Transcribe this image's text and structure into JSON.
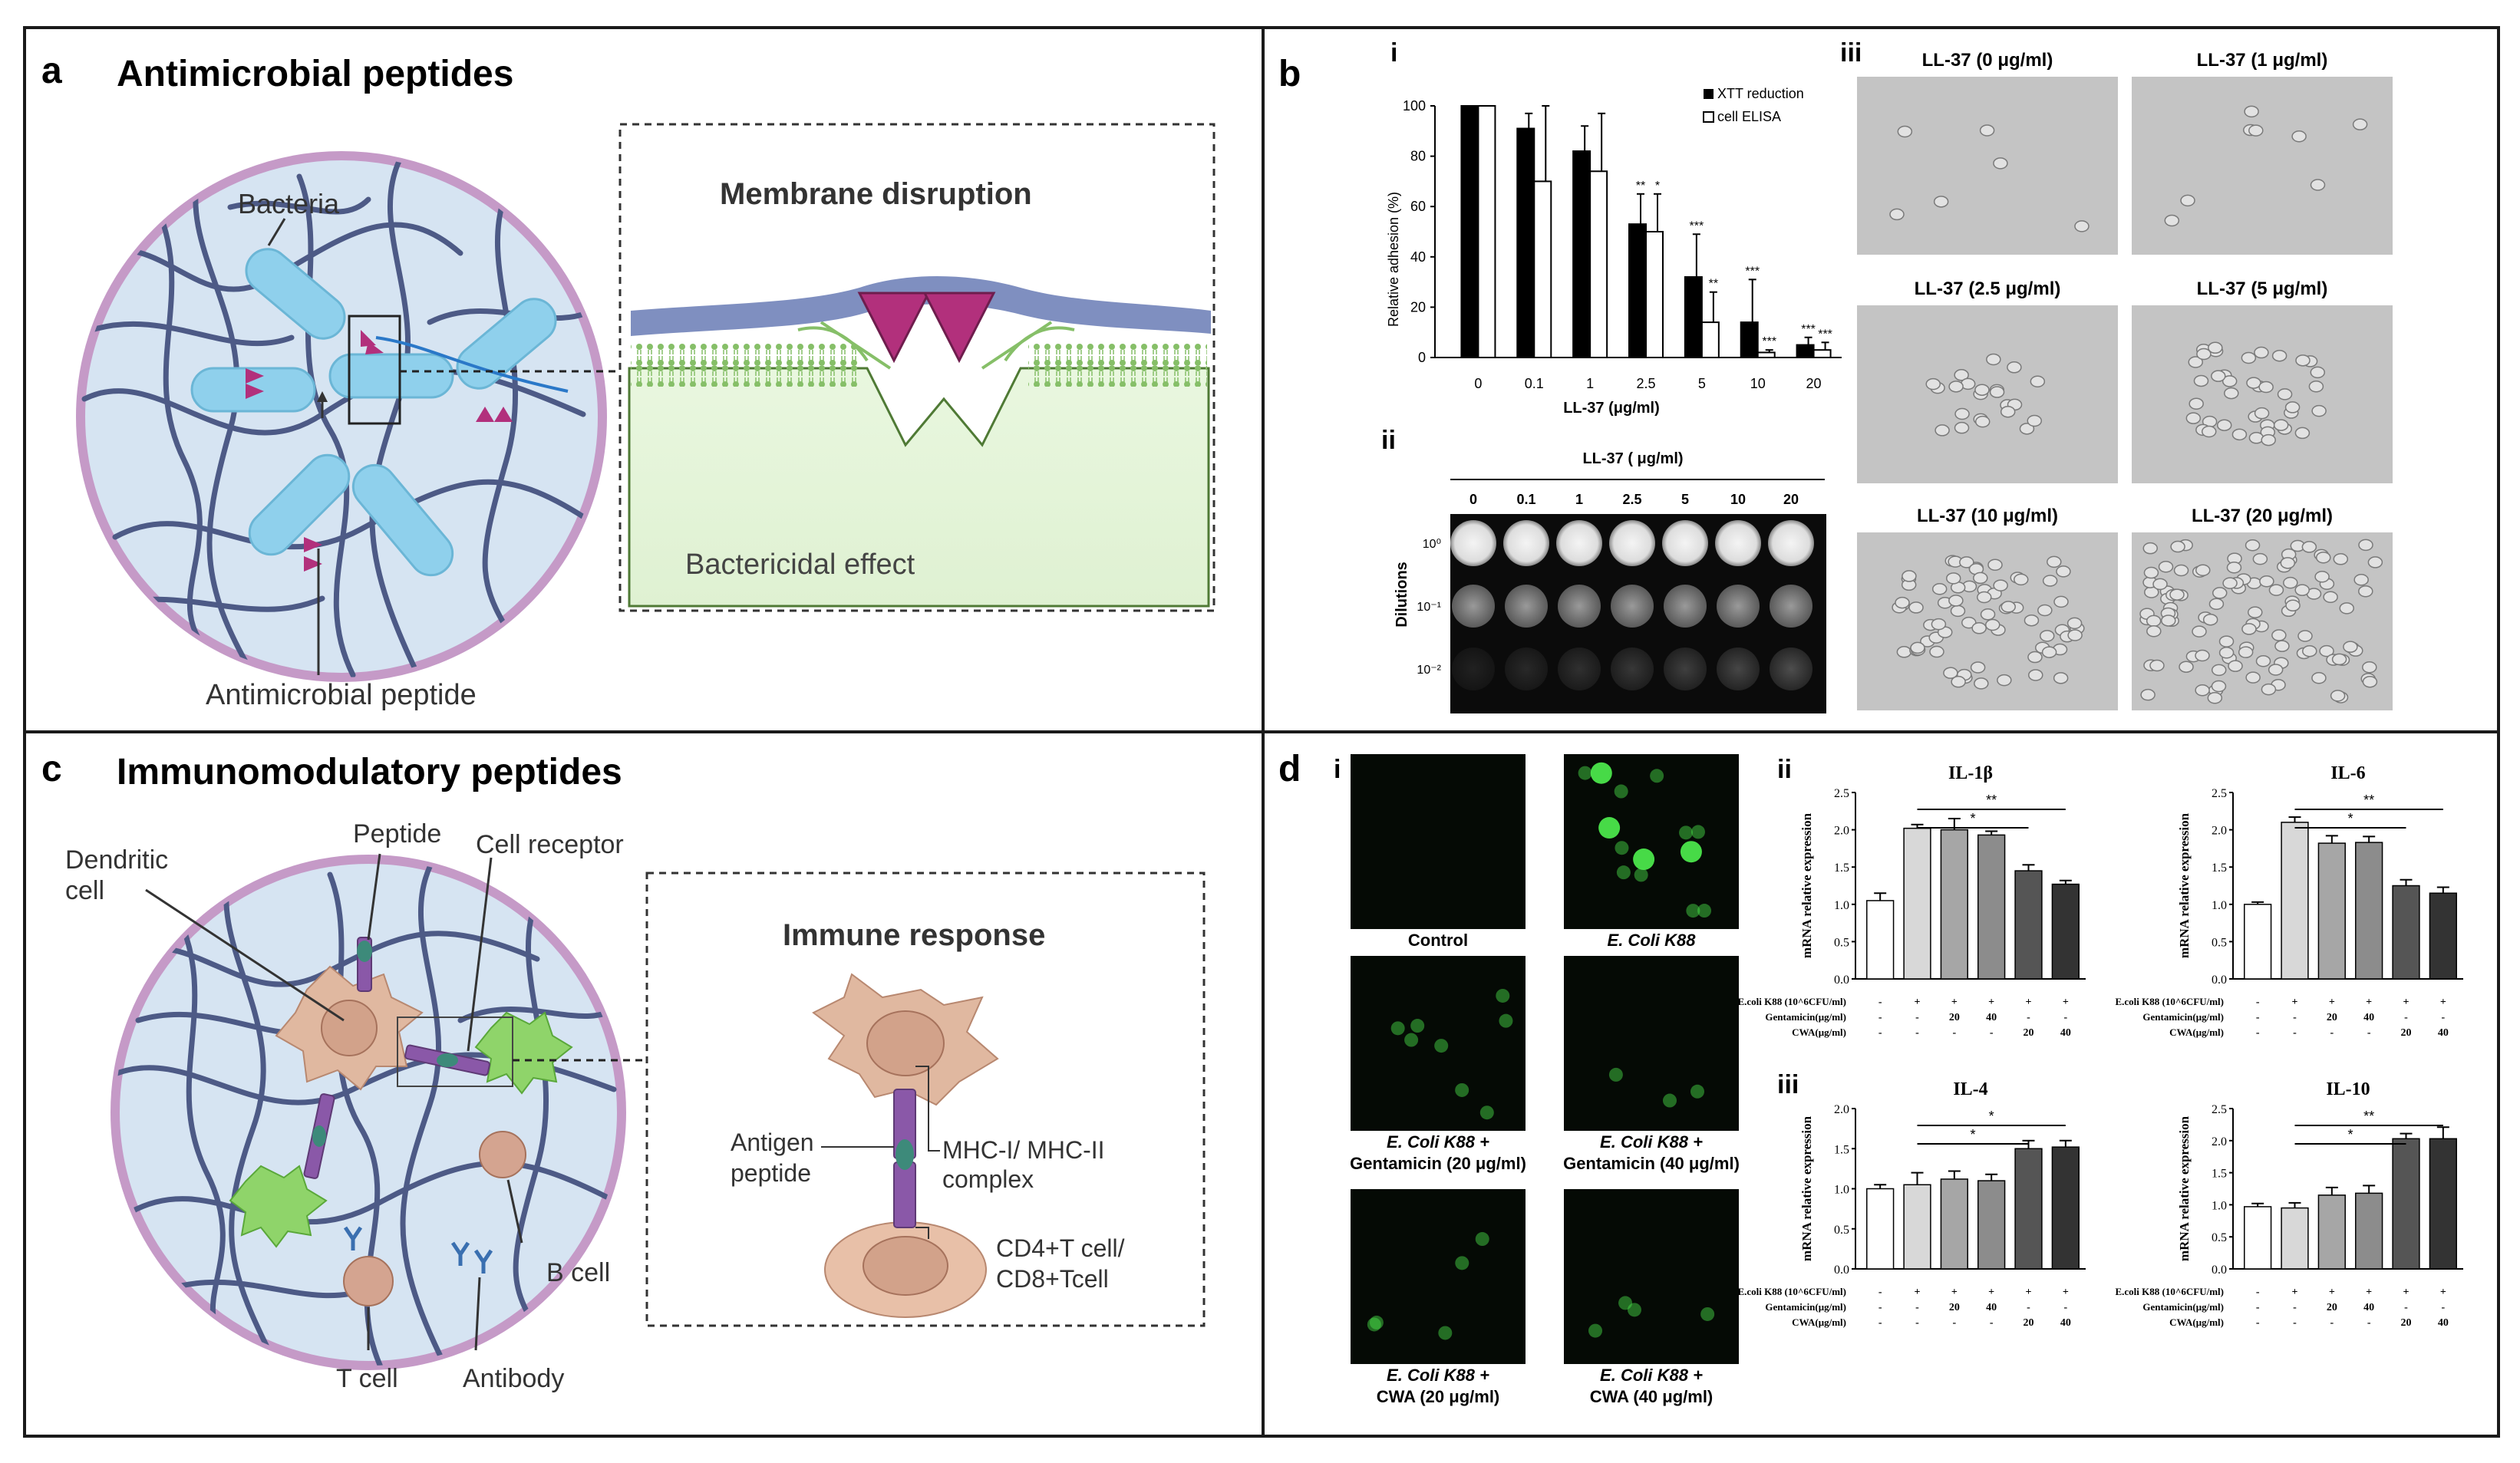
{
  "colors": {
    "frame": "#1a1a1a",
    "circle_fill": "#d6e4f2",
    "circle_border": "#c59ac7",
    "fiber": "#4d5a86",
    "bacteria": "#8fd0ec",
    "peptide": "#b2307c",
    "membrane": "#7f8fc0",
    "cell_fill": "#e6f4dc",
    "lipid": "#86bf68",
    "dendritic": "#e0b8a0",
    "tcell": "#d4a490",
    "green_cell": "#8fd46a",
    "mhc": "#8a58a8",
    "antigen": "#3d8a7a",
    "micro_bg": "#c4c4c4",
    "fluor_bg": "#050a05",
    "fluor_green": "#4be64b",
    "bar_colors": [
      "#ffffff",
      "#d8d8d8",
      "#a6a6a6",
      "#8c8c8c",
      "#555555",
      "#333333"
    ]
  },
  "panel_a": {
    "letter": "a",
    "title": "Antimicrobial peptides",
    "bacteria_label": "Bacteria",
    "peptide_label": "Antimicrobial peptide",
    "inset_title": "Membrane disruption",
    "inset_caption": "Bactericidal effect"
  },
  "panel_b": {
    "letter": "b",
    "sub_i": "i",
    "sub_ii": "ii",
    "sub_iii": "iii",
    "chart_i": {
      "ylabel": "Relative adhesion (%)",
      "xlabel": "LL-37 (μg/ml)",
      "legend": [
        "XTT reduction",
        "cell ELISA"
      ],
      "categories": [
        "0",
        "0.1",
        "1",
        "2.5",
        "5",
        "10",
        "20"
      ],
      "yticks": [
        "0",
        "20",
        "40",
        "60",
        "80",
        "100"
      ],
      "stars": [
        "**",
        "*",
        "***",
        "**",
        "***",
        "***",
        "***",
        "***"
      ]
    },
    "spot_assay": {
      "title": "LL-37 ( μg/ml)",
      "concentrations": [
        "0",
        "0.1",
        "1",
        "2.5",
        "5",
        "10",
        "20"
      ],
      "ylabel": "Dilutions",
      "dilutions": [
        "10⁰",
        "10⁻¹",
        "10⁻²"
      ]
    },
    "micrograph_labels": [
      "LL-37 (0 μg/ml)",
      "LL-37 (1 μg/ml)",
      "LL-37 (2.5 μg/ml)",
      "LL-37 (5 μg/ml)",
      "LL-37 (10 μg/ml)",
      "LL-37 (20 μg/ml)"
    ]
  },
  "panel_c": {
    "letter": "c",
    "title": "Immunomodulatory peptides",
    "labels": {
      "dendritic": "Dendritic",
      "dendritic2": "cell",
      "peptide": "Peptide",
      "receptor": "Cell receptor",
      "bcell": "B cell",
      "tcell": "T cell",
      "antibody": "Antibody"
    },
    "inset_title": "Immune response",
    "antigen_label": [
      "Antigen",
      "peptide"
    ],
    "mhc_label": [
      "MHC-I/ MHC-II",
      "complex"
    ],
    "tcell_label": [
      "CD4+T cell/",
      "CD8+Tcell"
    ]
  },
  "panel_d": {
    "letter": "d",
    "sub_i": "i",
    "sub_ii": "ii",
    "sub_iii": "iii",
    "fluor_captions": [
      [
        "Control",
        ""
      ],
      [
        "E. Coli K88",
        ""
      ],
      [
        "E. Coli K88 +",
        "Gentamicin (20 μg/ml)"
      ],
      [
        "E. Coli K88 +",
        "Gentamicin (40 μg/ml)"
      ],
      [
        "E. Coli K88 +",
        "CWA (20 μg/ml)"
      ],
      [
        "E. Coli K88 +",
        "CWA (40 μg/ml)"
      ]
    ],
    "ylabel": "mRNA relative expression",
    "yticks": [
      "0.0",
      "0.5",
      "1.0",
      "1.5",
      "2.0",
      "2.5"
    ],
    "row_labels": [
      "E.coli K88 (10^6CFU/ml)",
      "Gentamicin(μg/ml)",
      "CWA(μg/ml)"
    ],
    "row_values": [
      [
        "-",
        "+",
        "+",
        "+",
        "+",
        "+"
      ],
      [
        "-",
        "-",
        "20",
        "40",
        "-",
        "-"
      ],
      [
        "-",
        "-",
        "-",
        "-",
        "20",
        "40"
      ]
    ]
  },
  "chart_data": [
    {
      "type": "bar",
      "title": "",
      "xlabel": "LL-37 (μg/ml)",
      "ylabel": "Relative adhesion (%)",
      "categories": [
        "0",
        "0.1",
        "1",
        "2.5",
        "5",
        "10",
        "20"
      ],
      "ylim": [
        0,
        100
      ],
      "series": [
        {
          "name": "XTT reduction",
          "values": [
            100,
            91,
            82,
            53,
            32,
            14,
            5
          ],
          "errors": [
            0,
            6,
            10,
            12,
            17,
            17,
            3
          ]
        },
        {
          "name": "cell ELISA",
          "values": [
            100,
            70,
            74,
            50,
            14,
            2,
            3
          ],
          "errors": [
            0,
            30,
            23,
            15,
            12,
            1,
            3
          ]
        }
      ],
      "legend": "top-right"
    },
    {
      "type": "bar",
      "title": "IL-1β",
      "ylabel": "mRNA relative expression",
      "ylim": [
        0,
        2.5
      ],
      "values": [
        1.05,
        2.02,
        2.0,
        1.93,
        1.45,
        1.27
      ],
      "errors": [
        0.1,
        0.05,
        0.15,
        0.05,
        0.08,
        0.05
      ],
      "significance": [
        "*",
        "**"
      ]
    },
    {
      "type": "bar",
      "title": "IL-6",
      "ylabel": "mRNA relative expression",
      "ylim": [
        0,
        2.5
      ],
      "values": [
        1.0,
        2.1,
        1.82,
        1.83,
        1.25,
        1.15
      ],
      "errors": [
        0.03,
        0.07,
        0.1,
        0.08,
        0.08,
        0.08
      ],
      "significance": [
        "*",
        "**"
      ]
    },
    {
      "type": "bar",
      "title": "IL-4",
      "ylabel": "mRNA relative expression",
      "ylim": [
        0,
        2.0
      ],
      "values": [
        1.0,
        1.05,
        1.12,
        1.1,
        1.5,
        1.52
      ],
      "errors": [
        0.05,
        0.15,
        0.1,
        0.08,
        0.1,
        0.08
      ],
      "significance": [
        "*",
        "*"
      ]
    },
    {
      "type": "bar",
      "title": "IL-10",
      "ylabel": "mRNA relative expression",
      "ylim": [
        0,
        2.5
      ],
      "values": [
        0.97,
        0.95,
        1.15,
        1.18,
        2.03,
        2.03
      ],
      "errors": [
        0.05,
        0.08,
        0.12,
        0.12,
        0.08,
        0.18
      ],
      "significance": [
        "*",
        "**"
      ]
    }
  ]
}
